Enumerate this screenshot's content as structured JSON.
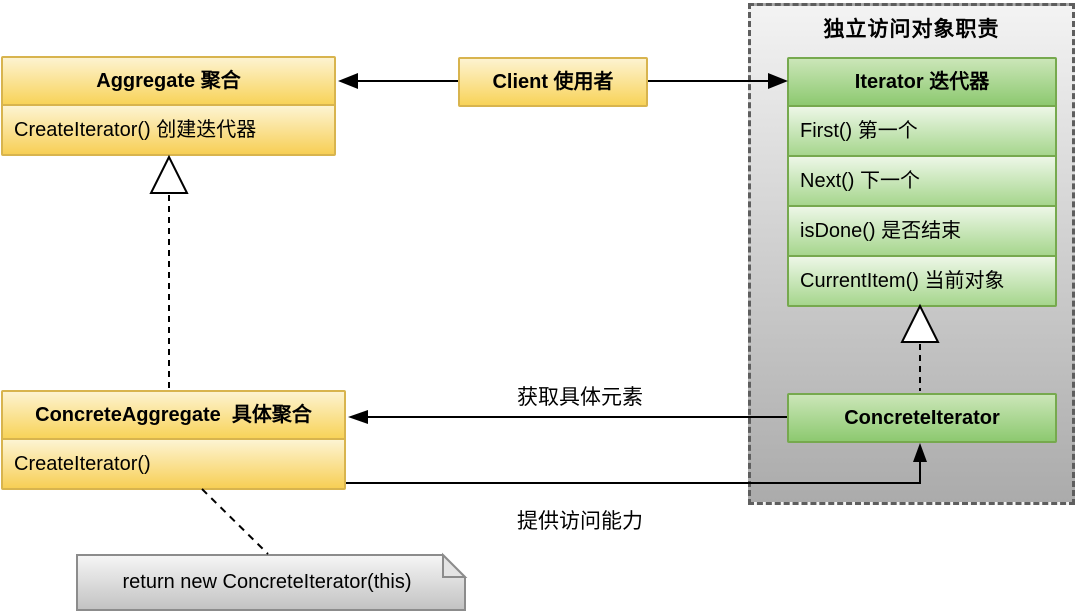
{
  "diagram": {
    "region_title": "独立访问对象职责",
    "aggregate": {
      "title": "Aggregate 聚合",
      "method": "CreateIterator() 创建迭代器"
    },
    "client": {
      "title": "Client 使用者"
    },
    "iterator": {
      "title": "Iterator 迭代器",
      "methods": [
        "First() 第一个",
        "Next() 下一个",
        "isDone() 是否结束",
        "CurrentItem() 当前对象"
      ]
    },
    "concrete_aggregate": {
      "title": "ConcreteAggregate  具体聚合",
      "method": "CreateIterator()"
    },
    "concrete_iterator": {
      "title": "ConcreteIterator"
    },
    "edge_labels": {
      "get_element": "获取具体元素",
      "provide_access": "提供访问能力"
    },
    "note_text": "return new ConcreteIterator(this)",
    "colors": {
      "yellow_fill_top": "#fdf3d0",
      "yellow_fill_bottom": "#f8d359",
      "yellow_border": "#d8b44e",
      "green_fill_top": "#cbe6b8",
      "green_fill_bottom": "#8dc970",
      "green_border": "#76a94e",
      "region_fill_top": "#f3f3f3",
      "region_fill_bottom": "#ababab",
      "region_border": "#5e5e5e",
      "connector": "#000000"
    }
  }
}
